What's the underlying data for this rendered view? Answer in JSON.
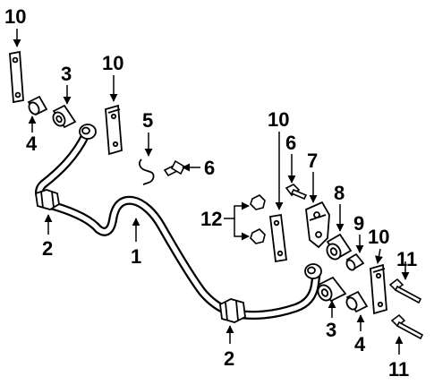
{
  "callouts": {
    "n1": "1",
    "n2a": "2",
    "n2b": "2",
    "n3a": "3",
    "n3b": "3",
    "n4a": "4",
    "n4b": "4",
    "n5": "5",
    "n6a": "6",
    "n6b": "6",
    "n7": "7",
    "n8": "8",
    "n9": "9",
    "n10a": "10",
    "n10b": "10",
    "n10c": "10",
    "n10d": "10",
    "n11a": "11",
    "n11b": "11",
    "n12": "12"
  }
}
